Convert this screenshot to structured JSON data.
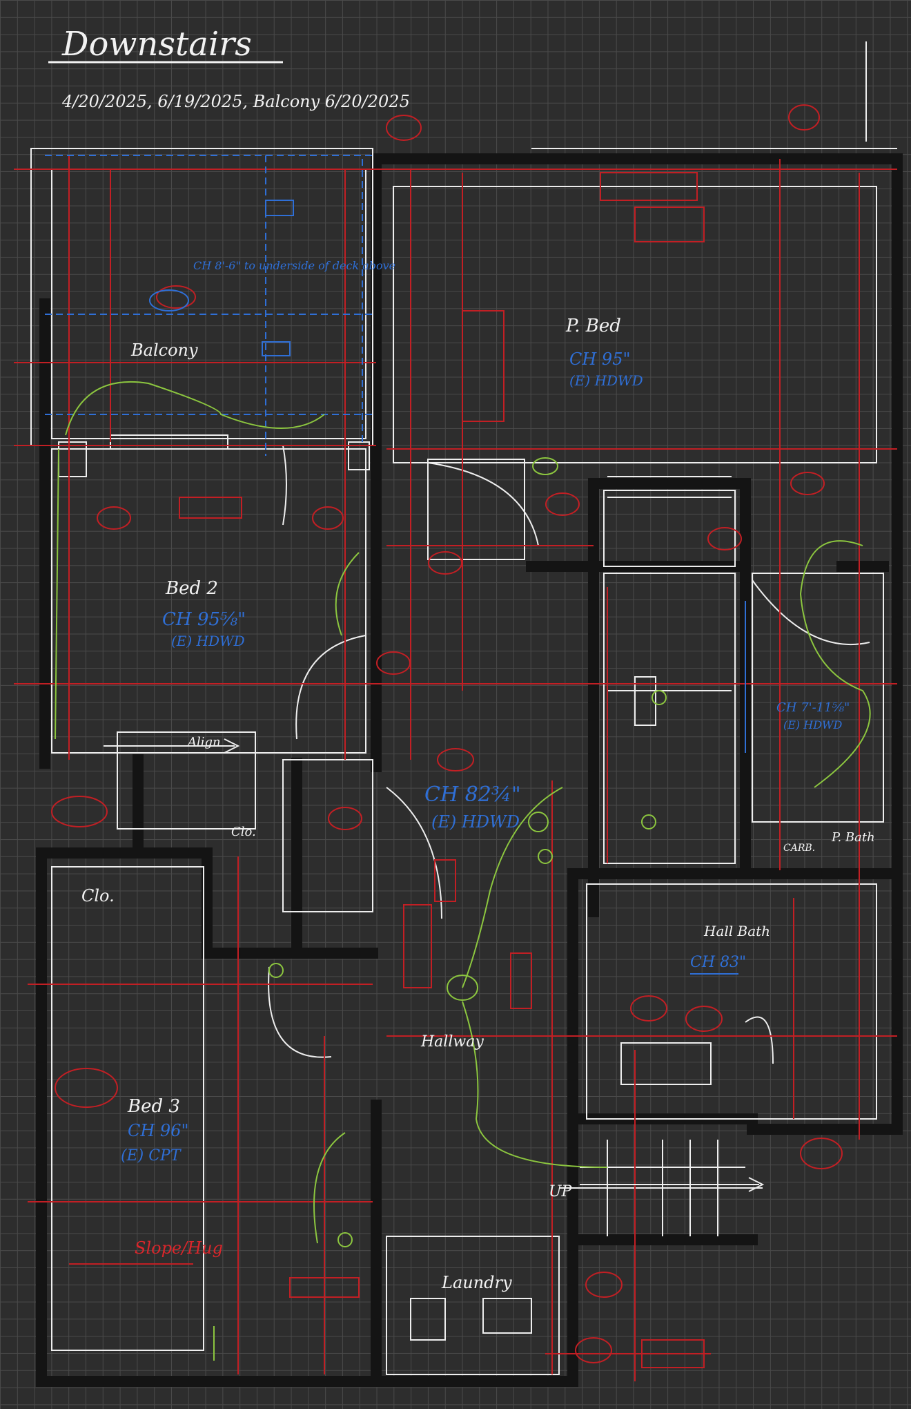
{
  "title": "Downstairs",
  "dates": "4/20/2025, 6/19/2025, Balcony 6/20/2025",
  "rooms": {
    "balcony": {
      "name": "Balcony"
    },
    "pbed": {
      "name": "P. Bed",
      "ch": "CH 95\"",
      "floor": "(E) HDWD"
    },
    "bed2": {
      "name": "Bed 2",
      "ch": "CH 95⅝\"",
      "floor": "(E) HDWD"
    },
    "bed3": {
      "name": "Bed 3",
      "ch": "CH 96\"",
      "floor": "(E) CPT"
    },
    "hall": {
      "name": "Hallway",
      "ch": "CH 82¾\"",
      "floor": "(E) HDWD"
    },
    "hallbath": {
      "name": "Hall Bath",
      "ch": "CH 83\""
    },
    "pbath": {
      "name": "P. Bath",
      "ch": "CH 7'-11⅝\"",
      "floor": "(E) HDWD"
    },
    "laundry": {
      "name": "Laundry"
    },
    "clo1": {
      "name": "Clo."
    },
    "clo2": {
      "name": "Clo."
    }
  },
  "notes": {
    "balcony_ch": "CH 8'-6\" to underside of deck above",
    "stair_up": "UP",
    "align": "Align",
    "slope": "Slope/Hug",
    "carb": "CARB."
  },
  "colors": {
    "background": "#2d2d2d",
    "grid": "#4a4a4a",
    "sketch": "#f2f2f2",
    "dimension": "#d9262b",
    "ceiling": "#2f6fd6",
    "electrical": "#8cc63f"
  }
}
